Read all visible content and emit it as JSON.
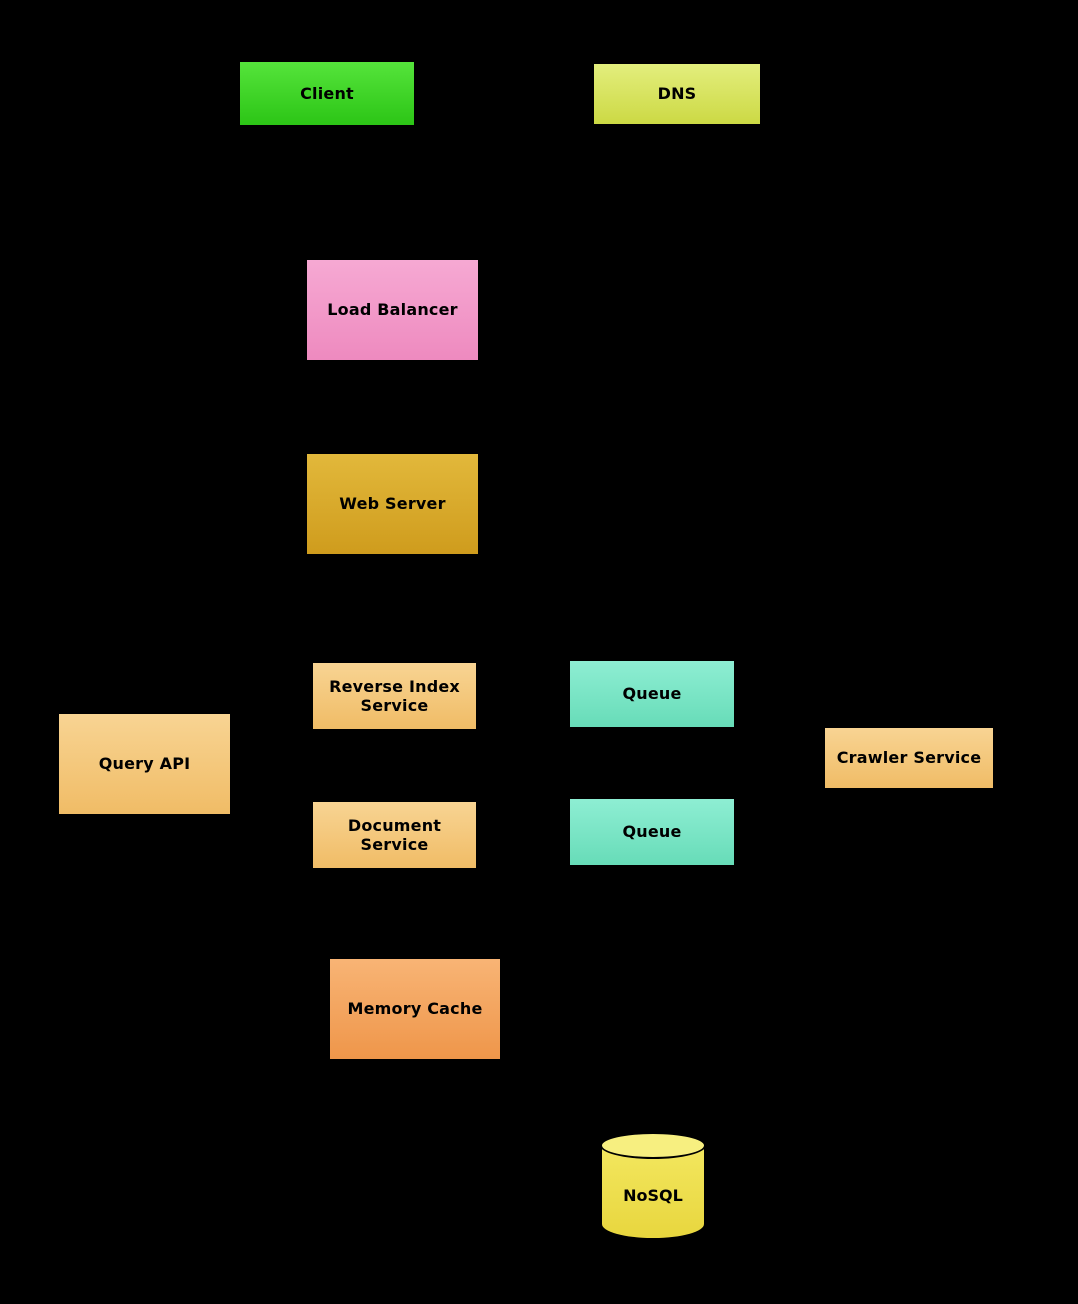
{
  "diagram": {
    "background_color": "#000000",
    "border_color": "#000000",
    "text_color": "#000000",
    "nodes": {
      "client": {
        "label": "Client",
        "color": "#3bd425",
        "shape": "box"
      },
      "dns": {
        "label": "DNS",
        "color": "#d8e55e",
        "shape": "box"
      },
      "load_balancer": {
        "label": "Load Balancer",
        "color": "#f09ac8",
        "shape": "stacked-box"
      },
      "web_server": {
        "label": "Web Server",
        "color": "#d9a928",
        "shape": "stacked-box"
      },
      "query_api": {
        "label": "Query API",
        "color": "#f5c87c",
        "shape": "stacked-box"
      },
      "reverse_index_service": {
        "label": "Reverse Index Service",
        "color": "#f5c87c",
        "shape": "stacked-box"
      },
      "document_service": {
        "label": "Document Service",
        "color": "#f5c87c",
        "shape": "stacked-box"
      },
      "queue_top": {
        "label": "Queue",
        "color": "#7ae6c6",
        "shape": "stacked-box"
      },
      "queue_bottom": {
        "label": "Queue",
        "color": "#7ae6c6",
        "shape": "stacked-box"
      },
      "crawler_service": {
        "label": "Crawler Service",
        "color": "#f5c87c",
        "shape": "stacked-box"
      },
      "memory_cache": {
        "label": "Memory Cache",
        "color": "#f5a55e",
        "shape": "stacked-box"
      },
      "nosql": {
        "label": "NoSQL",
        "color": "#f1e354",
        "shape": "cylinder"
      }
    }
  }
}
